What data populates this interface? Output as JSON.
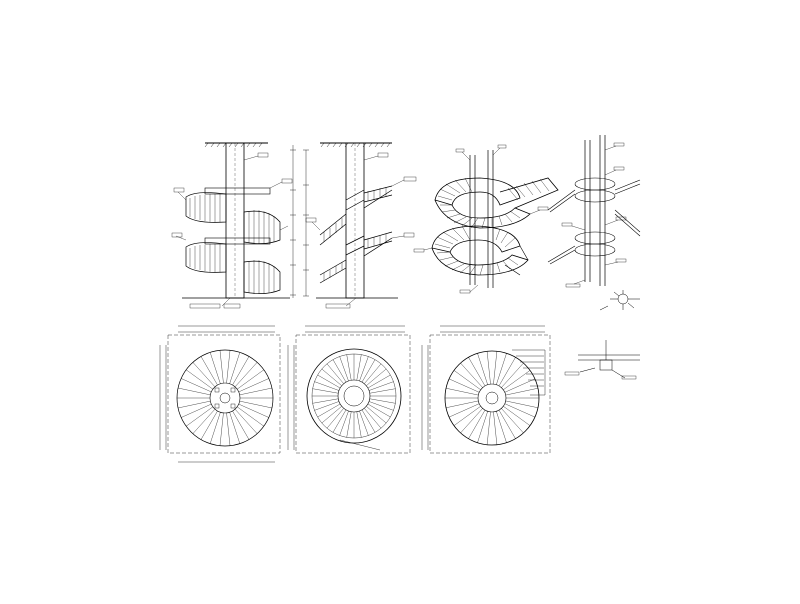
{
  "drawing": {
    "line_color": "#000000",
    "background": "#ffffff"
  },
  "views": {
    "elevations": [
      {
        "id": "elevation-front"
      },
      {
        "id": "elevation-side"
      }
    ],
    "isometric": {
      "id": "isometric-stair"
    },
    "column_frame": {
      "id": "column-frame-isometric"
    },
    "plans": [
      {
        "id": "plan-1",
        "tread_count": 30,
        "has_landing_block": false
      },
      {
        "id": "plan-2",
        "tread_count": 36,
        "has_landing_block": false
      },
      {
        "id": "plan-3",
        "tread_count": 30,
        "has_landing_block": true
      }
    ],
    "details": [
      {
        "id": "detail-node-top"
      },
      {
        "id": "detail-node-bottom"
      }
    ]
  }
}
